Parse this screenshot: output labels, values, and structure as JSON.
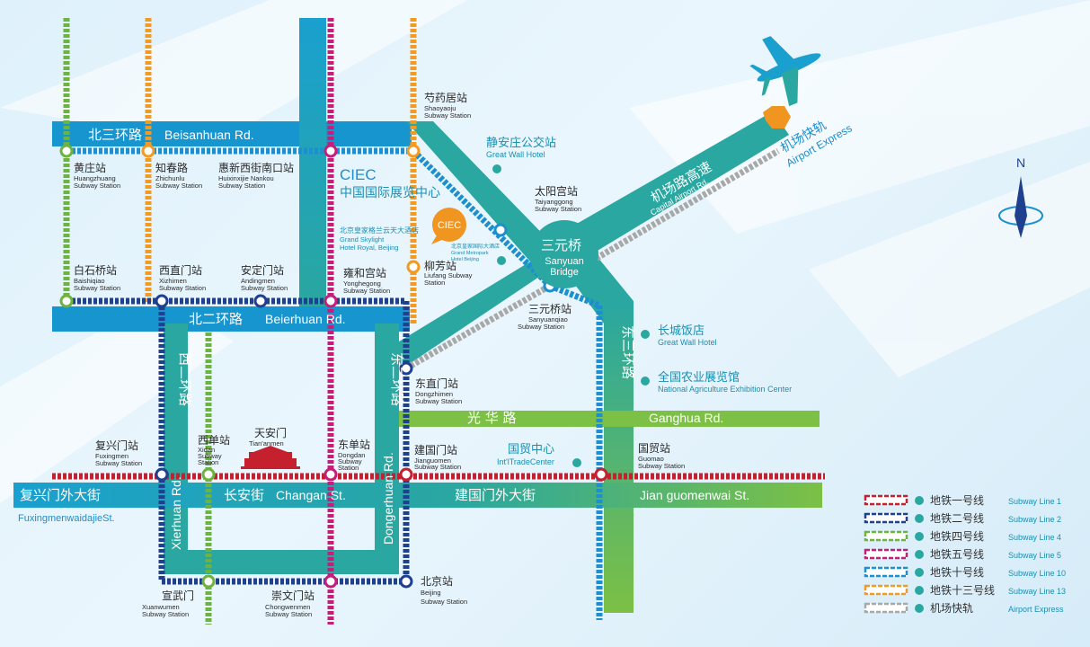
{
  "roads": {
    "beisanhuan_cn": "北三环路",
    "beisanhuan_en": "Beisanhuan Rd.",
    "beierhuan_cn": "北二环路",
    "beierhuan_en": "Beierhuan Rd.",
    "xierhuan_cn": "西二环路",
    "xierhuan_en": "Xierhuan Rd.",
    "dongerhuan_cn": "东二环路",
    "dongerhuan_en": "Dongerhuan Rd.",
    "dongsanhuan_cn": "东三环路",
    "changan_cn": "长安街",
    "changan_en": "Changan St.",
    "fuxingmen_cn": "复兴门外大街",
    "fuxingmen_en": "FuxingmenwaidajieSt.",
    "jianguomen_cn": "建国门外大街",
    "jianguomen_en": "Jian guomenwai St.",
    "guanghua_cn": "光  华  路",
    "guanghua_en": "Ganghua Rd.",
    "airport_road_cn": "机场路高速",
    "airport_road_en": "Capital Airport Rd.",
    "airport_express_cn": "机场快轨",
    "airport_express_en": "Airport Express",
    "sanyuan_cn": "三元桥",
    "sanyuan_en1": "Sanyuan",
    "sanyuan_en2": "Bridge"
  },
  "stations": {
    "shaoyaoju_cn": "芍药居站",
    "shaoyaoju_en1": "Shaoyaoju",
    "shaoyaoju_en2": "Subway Station",
    "huangzhuang_cn": "黄庄站",
    "huangzhuang_en1": "Huangzhuang",
    "huangzhuang_en2": "Subway Station",
    "zhichunlu_cn": "知春路",
    "zhichunlu_en1": "Zhichunlu",
    "zhichunlu_en2": "Subway Station",
    "huixinxijie_cn": "惠新西街南口站",
    "huixinxijie_en1": "Huixinxijie Nankou",
    "huixinxijie_en2": "Subway Station",
    "taiyanggong_cn": "太阳宫站",
    "taiyanggong_en1": "Taiyanggong",
    "taiyanggong_en2": "Subway Station",
    "baishiqiao_cn": "白石桥站",
    "baishiqiao_en1": "Baishiqiao",
    "baishiqiao_en2": "Subway Station",
    "xizhimen_cn": "西直门站",
    "xizhimen_en1": "Xizhimen",
    "xizhimen_en2": "Subway Station",
    "andingmen_cn": "安定门站",
    "andingmen_en1": "Andingmen",
    "andingmen_en2": "Subway Station",
    "yonghegong_cn": "雍和宫站",
    "yonghegong_en1": "Yonghegong",
    "yonghegong_en2": "Subway Station",
    "liufang_cn": "柳芳站",
    "liufang_en1": "Liufang Subway",
    "liufang_en2": "Station",
    "sanyuanqiao_cn": "三元桥站",
    "sanyuanqiao_en1": "Sanyuanqiao",
    "sanyuanqiao_en2": "Subway Station",
    "dongzhimen_cn": "东直门站",
    "dongzhimen_en1": "Dongzhimen",
    "dongzhimen_en2": "Subway Station",
    "fuxingmen_cn": "复兴门站",
    "fuxingmen_en1": "Fuxingmen",
    "fuxingmen_en2": "Subway Station",
    "xidan_cn": "西单站",
    "xidan_en1": "Xidan",
    "xidan_en2": "Subway",
    "xidan_en3": "Station",
    "tiananmen_cn": "天安门",
    "tiananmen_en": "Tian'anmen",
    "dongdan_cn": "东单站",
    "dongdan_en1": "Dongdan",
    "dongdan_en2": "Subway",
    "dongdan_en3": "Station",
    "jianguomen_cn": "建国门站",
    "jianguomen_en1": "Jianguomen",
    "jianguomen_en2": "Subway Station",
    "guomao_cn": "国贸站",
    "guomao_en1": "Guomao",
    "guomao_en2": "Subway Station",
    "xuanwumen_cn": "宣武门",
    "xuanwumen_en1": "Xuanwumen",
    "xuanwumen_en2": "Subway Station",
    "chongwenmen_cn": "崇文门站",
    "chongwenmen_en1": "Chongwenmen",
    "chongwenmen_en2": "Subway Station",
    "beijing_cn": "北京站",
    "beijing_en1": "Beijing",
    "beijing_en2": "Subway Station"
  },
  "pois": {
    "ciec_en": "CIEC",
    "ciec_cn": "中国国际展览中心",
    "ciec_badge": "CIEC",
    "grand_skylight_cn": "北京皇家格兰云天大酒店",
    "grand_skylight_en1": "Grand Skylight",
    "grand_skylight_en2": "Hotel Royal, Beijing",
    "small_hotel_cn": "北京皇家国际大酒店",
    "small_hotel_en1": "Grand Metropark",
    "small_hotel_en2": "Hotel Beijing",
    "great_wall_bus_cn": "静安庄公交站",
    "great_wall_bus_en": "Great Wall Hotel",
    "great_wall_hotel_cn": "长城饭店",
    "great_wall_hotel_en": "Great Wall Hotel",
    "agri_cn": "全国农业展览馆",
    "agri_en": "National Agriculture Exhibition Center",
    "guomao_center_cn": "国贸中心",
    "guomao_center_en": "Int'lTradeCenter"
  },
  "compass": {
    "label": "N"
  },
  "legend": [
    {
      "color": "#c4202e",
      "cn": "地铁一号线",
      "en": "Subway Line 1"
    },
    {
      "color": "#1f3f8f",
      "cn": "地铁二号线",
      "en": "Subway Line 2"
    },
    {
      "color": "#6db33f",
      "cn": "地铁四号线",
      "en": "Subway Line 4"
    },
    {
      "color": "#c41e7a",
      "cn": "地铁五号线",
      "en": "Subway Line 5"
    },
    {
      "color": "#1b8fd0",
      "cn": "地铁十号线",
      "en": "Subway Line 10"
    },
    {
      "color": "#f29b22",
      "cn": "地铁十三号线",
      "en": "Subway Line 13"
    },
    {
      "color": "#a8a8a8",
      "cn": "机场快轨",
      "en": "Airport Express"
    }
  ],
  "colors": {
    "road": "#2aa7a0",
    "road_blue": "#1795cf",
    "road_green": "#7cc045",
    "line1": "#c4202e",
    "line2": "#1f3f8f",
    "line4": "#6db33f",
    "line5": "#c41e7a",
    "line10": "#1b8fd0",
    "line13": "#f29b22",
    "airport": "#a8a8a8",
    "ciec_orange": "#f0951f"
  }
}
